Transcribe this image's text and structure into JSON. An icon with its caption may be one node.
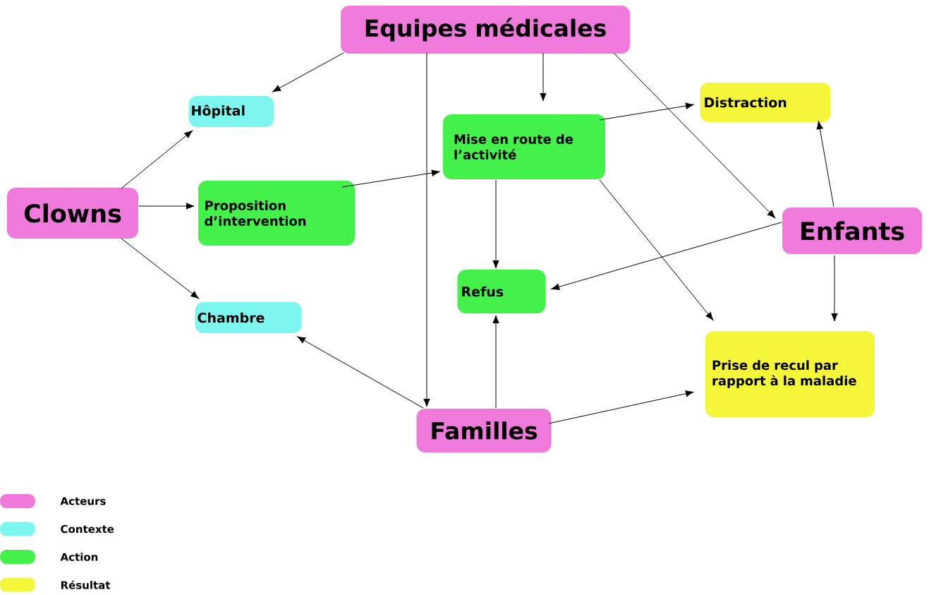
{
  "diagram": {
    "nodes": [
      {
        "text": [
          "Equipes médicales"
        ]
      },
      {
        "text": [
          "Hôpital"
        ]
      },
      {
        "text": [
          "Clowns"
        ]
      },
      {
        "text": [
          "Proposition d’intervention"
        ]
      },
      {
        "text": [
          "Mise en route de l’activité"
        ]
      },
      {
        "text": [
          "Distraction"
        ]
      },
      {
        "text": [
          "Enfants"
        ]
      },
      {
        "text": [
          "Refus"
        ]
      },
      {
        "text": [
          "Chambre"
        ]
      },
      {
        "text": [
          "Prise de recul par rapport à la maladie"
        ]
      },
      {
        "text": [
          "Familles"
        ]
      }
    ],
    "edges": [
      {
        "from": 0,
        "to": 1,
        "arrow": "to"
      },
      {
        "from": 0,
        "to": 10,
        "arrow": "to"
      },
      {
        "from": 0,
        "to": 4,
        "arrow": "to"
      },
      {
        "from": 0,
        "to": 6,
        "arrow": "to"
      },
      {
        "from": 2,
        "to": 1,
        "arrow": "to"
      },
      {
        "from": 2,
        "to": 3,
        "arrow": "to"
      },
      {
        "from": 2,
        "to": 8,
        "arrow": "to"
      },
      {
        "from": 3,
        "to": 4,
        "arrow": "to"
      },
      {
        "from": 4,
        "to": 5,
        "arrow": "to"
      },
      {
        "from": 4,
        "to": 7,
        "arrow": "to"
      },
      {
        "from": 4,
        "to": 9,
        "arrow": "to"
      },
      {
        "from": 6,
        "to": 5,
        "arrow": "to"
      },
      {
        "from": 6,
        "to": 7,
        "arrow": "to"
      },
      {
        "from": 6,
        "to": 9,
        "arrow": "to"
      },
      {
        "from": 10,
        "to": 8,
        "arrow": "to"
      },
      {
        "from": 10,
        "to": 7,
        "arrow": "to"
      },
      {
        "from": 10,
        "to": 9,
        "arrow": "to"
      }
    ],
    "legend": [
      {
        "text": "Acteurs",
        "color": "#f07adb"
      },
      {
        "text": "Contexte",
        "color": "#7ef6f0"
      },
      {
        "text": "Action",
        "color": "#44f04a"
      },
      {
        "text": "Résultat",
        "color": "#f5f53a"
      }
    ]
  }
}
